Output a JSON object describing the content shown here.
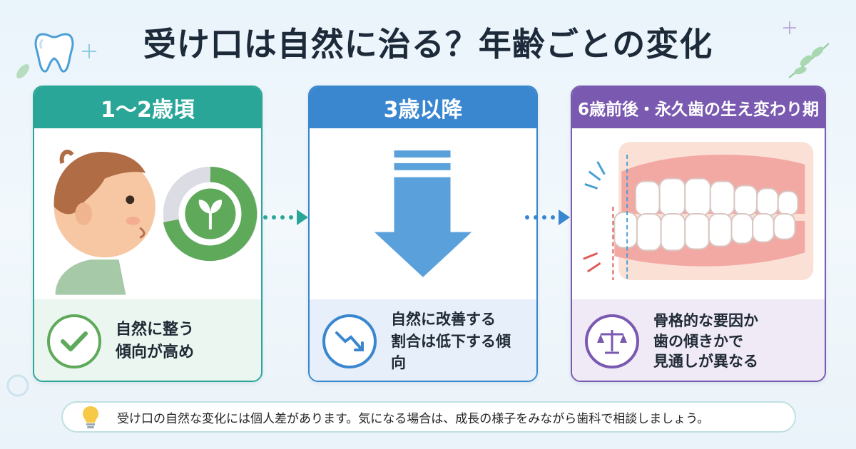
{
  "title": "受け口は自然に治る？年齢ごとの変化",
  "colors": {
    "teal": "#2aa698",
    "blue": "#3a86cf",
    "purple": "#7a5ab0",
    "green": "#5fa95a"
  },
  "stages": [
    {
      "heading": "1〜2歳頃",
      "icon": "check-icon",
      "lines": [
        "自然に整う",
        "傾向が高め"
      ]
    },
    {
      "heading": "3歳以降",
      "icon": "trend-down-icon",
      "lines": [
        "自然に改善する",
        "割合は低下する傾向"
      ]
    },
    {
      "heading": "6歳前後・永久歯の生え変わり期",
      "icon": "scale-icon",
      "lines": [
        "骨格的な要因か",
        "歯の傾きかで",
        "見通しが異なる"
      ]
    }
  ],
  "note": "受け口の自然な変化には個人差があります。気になる場合は、成長の様子をみながら歯科で相談しましょう。"
}
